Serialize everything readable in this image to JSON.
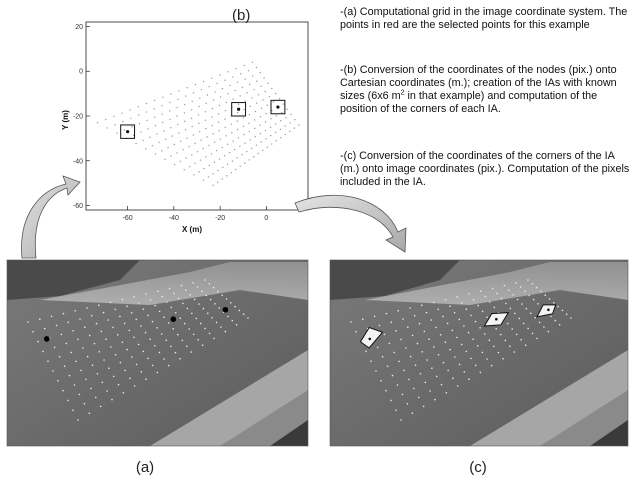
{
  "panel_b": {
    "label": "(b)",
    "x_axis": {
      "title": "X (m)",
      "ticks": [
        "-60",
        "-40",
        "-20",
        "0"
      ],
      "range": [
        -78,
        18
      ]
    },
    "y_axis": {
      "title": "Y (m)",
      "ticks": [
        "20",
        "0",
        "-20",
        "-40",
        "-60"
      ],
      "range": [
        -62,
        22
      ]
    },
    "grid_quad": [
      [
        -73,
        -23
      ],
      [
        -6,
        4
      ],
      [
        14,
        -24
      ],
      [
        -23,
        -51
      ]
    ],
    "grid_rows": 13,
    "grid_cols": 20,
    "selected_points": [
      [
        -60,
        -27
      ],
      [
        -12,
        -17
      ],
      [
        5,
        -16
      ]
    ],
    "ia_size_m": 6
  },
  "panel_a": {
    "label": "(a)"
  },
  "panel_c": {
    "label": "(c)"
  },
  "descriptions": {
    "a": "-(a) Computational grid in the image coordinate system. The points in red are the selected points for this example",
    "b_part1": "-(b) Conversion of the coordinates of the nodes (pix.) onto Cartesian coordinates (m.);  creation of the IAs with known sizes (6x6 m",
    "b_sup": "2",
    "b_part2": " in that example) and computation of the position of the corners of each IA.",
    "c": "-(c) Conversion of the coordinates of the corners of the IA (m.) onto image coordinates (pix.). Computation of the pixels included in the IA."
  },
  "colors": {
    "water": "#6e6e6e",
    "grid_dots_photo": "#e8e8e8",
    "grid_dots_plot": "#9a9a9a",
    "arrow_fill": "#c8c8c8",
    "arrow_stroke": "#555555"
  }
}
